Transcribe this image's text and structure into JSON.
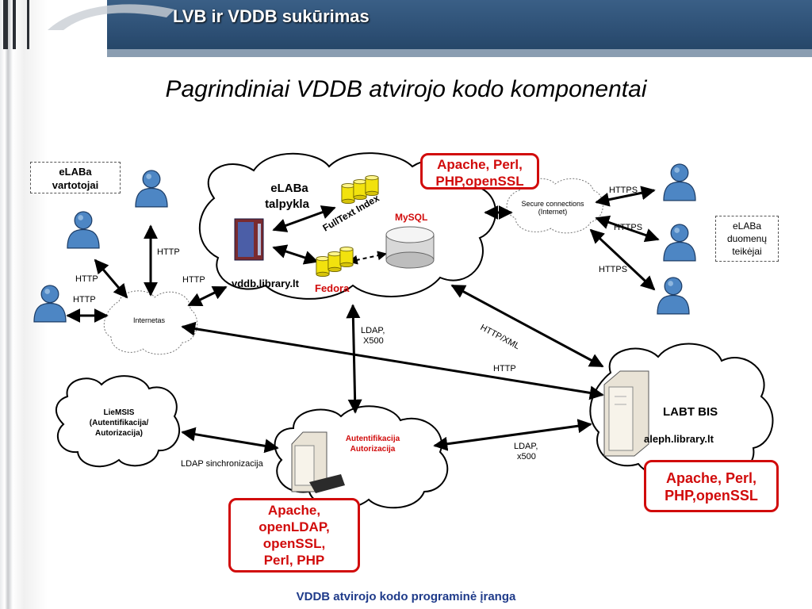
{
  "header": {
    "title": "LVB ir VDDB sukūrimas"
  },
  "subtitle": "Pagrindiniai VDDB atvirojo kodo komponentai",
  "footer": "VDDB atvirojo kodo programinė įranga",
  "nodes": {
    "vartotojai": "eLABa vartotojai",
    "talpykla_line1": "eLABa",
    "talpykla_line2": "talpykla",
    "fulltext": "FullText Index",
    "mysql": "MySQL",
    "fedora": "Fedora",
    "vddb_host": "vddb.library.lt",
    "secure_line1": "Secure connections",
    "secure_line2": "(Internet)",
    "duomenu_line1": "eLABa",
    "duomenu_line2": "duomenų",
    "duomenu_line3": "teikėjai",
    "internetas": "Internetas",
    "liemsis_line1": "LieMSIS",
    "liemsis_line2": "(Autentifikacija/",
    "liemsis_line3": "Autorizacija)",
    "auth_line1": "Autentifikacija",
    "auth_line2": "Autorizacija",
    "labt_bis": "LABT BIS",
    "aleph_host": "aleph.library.lt"
  },
  "edges": {
    "http1": "HTTP",
    "http2": "HTTP",
    "http3": "HTTP",
    "http4": "HTTP",
    "http_long": "HTTP",
    "https1": "HTTPS",
    "https2": "HTTPS",
    "https3": "HTTPS",
    "httpxml": "HTTP/XML",
    "ldap1_line1": "LDAP,",
    "ldap1_line2": "X500",
    "ldap2_line1": "LDAP,",
    "ldap2_line2": "x500",
    "ldap_sync": "LDAP sinchronizacija"
  },
  "callouts": {
    "top": [
      "Apache, Perl,",
      "PHP,openSSL"
    ],
    "right": [
      "Apache, Perl,",
      "PHP,openSSL"
    ],
    "bottom": [
      "Apache,",
      "openLDAP,",
      "openSSL,",
      "Perl, PHP"
    ]
  },
  "colors": {
    "header": "#2c4e73",
    "callout": "#d10b0b",
    "footer": "#1f3b8a",
    "person": "#4d86c4"
  }
}
